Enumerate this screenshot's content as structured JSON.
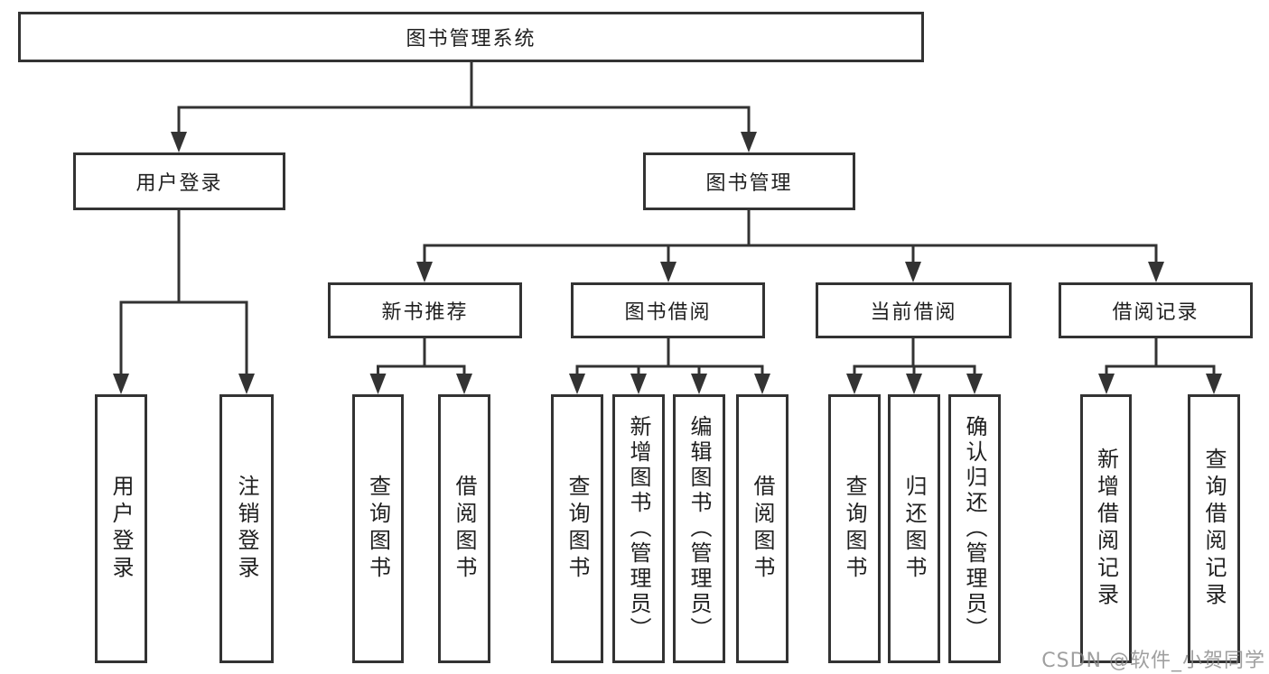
{
  "diagram_type": "function-structure-tree",
  "tree": {
    "label": "图书管理系统",
    "children": [
      {
        "label": "用户登录",
        "children": [
          {
            "label": "用户登录"
          },
          {
            "label": "注销登录"
          }
        ]
      },
      {
        "label": "图书管理",
        "children": [
          {
            "label": "新书推荐",
            "children": [
              {
                "label": "查询图书"
              },
              {
                "label": "借阅图书"
              }
            ]
          },
          {
            "label": "图书借阅",
            "children": [
              {
                "label": "查询图书"
              },
              {
                "label": "新增图书（管理员）"
              },
              {
                "label": "编辑图书（管理员）"
              },
              {
                "label": "借阅图书"
              }
            ]
          },
          {
            "label": "当前借阅",
            "children": [
              {
                "label": "查询图书"
              },
              {
                "label": "归还图书"
              },
              {
                "label": "确认归还（管理员）"
              }
            ]
          },
          {
            "label": "借阅记录",
            "children": [
              {
                "label": "新增借阅记录"
              },
              {
                "label": "查询借阅记录"
              }
            ]
          }
        ]
      }
    ]
  },
  "watermark": {
    "text": "CSDN @软件_小贺同学"
  },
  "colors": {
    "line": "#333333",
    "box_border": "#333333",
    "box_fill": "#ffffff",
    "text": "#1f1f1f",
    "watermark": "#878787"
  }
}
